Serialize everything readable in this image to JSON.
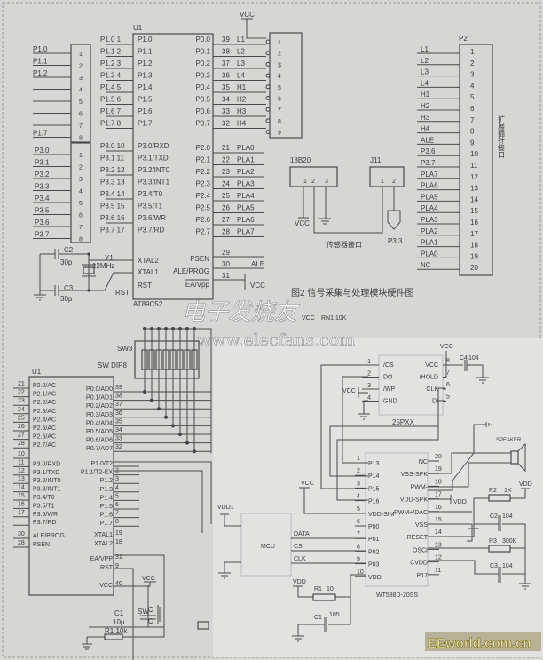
{
  "fig_top": {
    "u1": {
      "ref": "U1",
      "part": "AT89C52",
      "left_pins": [
        [
          "P1.0 1",
          "P1.0"
        ],
        [
          "P1.1 2",
          "P1.1"
        ],
        [
          "P1.2 3",
          "P1.2"
        ],
        [
          "P1.3 4",
          "P1.3"
        ],
        [
          "P1.4 5",
          "P1.4"
        ],
        [
          "P1.5 6",
          "P1.5"
        ],
        [
          "P1.6 7",
          "P1.6"
        ],
        [
          "P1.7 8",
          "P1.7"
        ],
        [
          "P3.0 10",
          "P3.0/RXD"
        ],
        [
          "P3.1 11",
          "P3.1/TXD"
        ],
        [
          "P3.2 12",
          "P3.2/INT0"
        ],
        [
          "P3.3 13",
          "P3.3/INT1"
        ],
        [
          "P3.4 14",
          "P3.4/T0"
        ],
        [
          "P3.5 15",
          "P3.5/T1"
        ],
        [
          "P3.6 16",
          "P3.6/WR"
        ],
        [
          "P3.7 17",
          "P3.7/RD"
        ]
      ],
      "right_pins": [
        [
          "P0.0",
          "39",
          "L1"
        ],
        [
          "P0.1",
          "38",
          "L2"
        ],
        [
          "P0.2",
          "37",
          "L3"
        ],
        [
          "P0.3",
          "36",
          "L4"
        ],
        [
          "P0.4",
          "35",
          "H1"
        ],
        [
          "P0.5",
          "34",
          "H2"
        ],
        [
          "P0.6",
          "33",
          "H3"
        ],
        [
          "P0.7",
          "32",
          "H4"
        ],
        [
          "P2.0",
          "21",
          "PLA0"
        ],
        [
          "P2.1",
          "22",
          "PLA1"
        ],
        [
          "P2.2",
          "23",
          "PLA2"
        ],
        [
          "P2.3",
          "24",
          "PLA3"
        ],
        [
          "P2.4",
          "25",
          "PLA4"
        ],
        [
          "P2.5",
          "26",
          "PLA5"
        ],
        [
          "P2.6",
          "27",
          "PLA6"
        ],
        [
          "P2.7",
          "28",
          "PLA7"
        ]
      ],
      "xtal2": "XTAL2",
      "xtal1": "XTAL1",
      "rst": "RST",
      "rst_ext": "RST",
      "psen": "PSEN",
      "ale_prog": "ALE/PROG",
      "ea_vpp": "EA/Vpp",
      "pin29": "29",
      "pin30": "30",
      "pin31": "31",
      "ale": "ALE",
      "vcc": "VCC"
    },
    "left_conn": {
      "labels": [
        "P1.0",
        "P1.1",
        "P1.2",
        "",
        "",
        "",
        "",
        "P1.7"
      ],
      "labels2": [
        "P3.0",
        "P3.1",
        "P3.2",
        "P3.3",
        "P3.4",
        "P3.5",
        "P3.6",
        "P3.7"
      ],
      "nums": [
        "1",
        "2",
        "3",
        "4",
        "5",
        "6",
        "7",
        "8"
      ]
    },
    "crystal": {
      "c2": "C2",
      "c2v": "30p",
      "c3": "C3",
      "c3v": "30p",
      "y1": "Y1",
      "freq": "12MHz"
    },
    "vcc_top": "VCC",
    "conn9": {
      "nums": [
        "1",
        "2",
        "3",
        "4",
        "5",
        "6",
        "7",
        "8",
        "9"
      ]
    },
    "ds18b20": {
      "ref": "18B20",
      "pins": [
        "1",
        "2",
        "3"
      ],
      "vcc": "VCC"
    },
    "j11": {
      "ref": "J11",
      "pins": [
        "1",
        "2"
      ],
      "net": "P3.3"
    },
    "sensor_label": "传感器接口",
    "p2": {
      "ref": "P2",
      "labels": [
        "L1",
        "L2",
        "L3",
        "L4",
        "H1",
        "H2",
        "H3",
        "H4",
        "ALE",
        "P3.6",
        "P3.7",
        "PLA7",
        "PLA6",
        "PLA5",
        "PLA4",
        "PLA3",
        "PLA2",
        "PLA1",
        "PLA0",
        "NC"
      ],
      "title": "扩展插针接口"
    },
    "caption": "图2 信号采集与处理模块硬件图"
  },
  "fig_bottom_left": {
    "u1": {
      "ref": "U1",
      "left": [
        [
          "21",
          "P2.0/AC"
        ],
        [
          "22",
          "P2.1/AC"
        ],
        [
          "23",
          "P2.2/AC"
        ],
        [
          "24",
          "P2.3/AC"
        ],
        [
          "25",
          "P2.4/AC"
        ],
        [
          "26",
          "P2.5/AC"
        ],
        [
          "27",
          "P2.6/AC"
        ],
        [
          "28",
          "P2.7/AC"
        ],
        [
          "10",
          ""
        ],
        [
          "11",
          "P3.0/RXD"
        ],
        [
          "12",
          "P3.1/TXD"
        ],
        [
          "13",
          "P3.2/INT0"
        ],
        [
          "14",
          "P3.3/INT1"
        ],
        [
          "15",
          "P3.4/T0"
        ],
        [
          "16",
          "P3.5/T1"
        ],
        [
          "17",
          "P3.6/WR"
        ],
        [
          "",
          "P3.7/RD"
        ]
      ],
      "right": [
        [
          "39",
          "P0.0/AD0"
        ],
        [
          "38",
          "P0.1/AD1"
        ],
        [
          "37",
          "P0.2/AD2"
        ],
        [
          "36",
          "P0.3/AD3"
        ],
        [
          "35",
          "P0.4/AD4"
        ],
        [
          "34",
          "P0.5/AD5"
        ],
        [
          "33",
          "P0.6/AD6"
        ],
        [
          "32",
          "P0.7/AD7"
        ],
        [
          "",
          "P1.0/T2"
        ],
        [
          "2",
          "P1.1/T2-EX"
        ],
        [
          "3",
          "P1.2"
        ],
        [
          "4",
          "P1.3"
        ],
        [
          "5",
          "P1.4"
        ],
        [
          "6",
          "P1.5"
        ],
        [
          "7",
          "P1.6"
        ],
        [
          "8",
          "P1.7"
        ]
      ],
      "ale_pin": "30",
      "ale": "ALE/PROG",
      "psen_pin": "28",
      "psen": "PSEN",
      "xtal1": "XTAL1",
      "xtal1_pin": "19",
      "xtal2": "XTAL2",
      "xtal2_pin": "18",
      "ea": "EA/VPP",
      "ea_pin": "31",
      "rst": "RST",
      "rst_pin": "9",
      "vcc": "VCC",
      "vcc_pin": "40"
    },
    "sw3": "SW3",
    "sw_dip": "SW DIP8",
    "vcc": "VCC",
    "rn1": "RN1 10K",
    "c1": "C1",
    "c1v": "10μ",
    "sw": "SW",
    "r1": "R1 10k",
    "vcc2": "VCC"
  },
  "fig_bottom_right": {
    "flash": {
      "part": "25PXX",
      "left": [
        [
          "1",
          "/CS"
        ],
        [
          "2",
          "DO"
        ],
        [
          "3",
          "/WP"
        ],
        [
          "4",
          "GND"
        ]
      ],
      "right": [
        [
          "8",
          "VCC"
        ],
        [
          "7",
          "/HOLD"
        ],
        [
          "6",
          "CLK"
        ],
        [
          "5",
          "DI"
        ]
      ],
      "vcc": "VCC",
      "vcc_wp": "VCC",
      "c4": "C4",
      "c4v": "104"
    },
    "wt588d": {
      "part": "WT588D-20SS",
      "left": [
        [
          "1",
          "P13"
        ],
        [
          "2",
          "P14"
        ],
        [
          "3",
          "P15"
        ],
        [
          "4",
          "P16"
        ],
        [
          "5",
          "VDD-SIM"
        ],
        [
          "6",
          "P00"
        ],
        [
          "7",
          "P01"
        ],
        [
          "8",
          "P02"
        ],
        [
          "9",
          "P03"
        ],
        [
          "10",
          "VDD"
        ]
      ],
      "right": [
        [
          "20",
          "NC"
        ],
        [
          "19",
          "VSS-SPK"
        ],
        [
          "18",
          "PWM-"
        ],
        [
          "17",
          "VDD-SPK"
        ],
        [
          "16",
          "PWM+/DAC"
        ],
        [
          "15",
          "VSS"
        ],
        [
          "14",
          "RESET"
        ],
        [
          "13",
          "OSCI"
        ],
        [
          "12",
          "CVDD"
        ],
        [
          "11",
          "P17"
        ]
      ]
    },
    "mcu": {
      "label": "MCU",
      "vdd1": "VDD1",
      "data": "DATA",
      "cs": "CS",
      "clk": "CLK"
    },
    "vcc": "VCC",
    "speaker": "SPEAKER",
    "vdd": "VDD",
    "vdd_spk": "VDD",
    "r2": "R2",
    "r2v": "1K",
    "c2": "C2",
    "c2v": "104",
    "r3": "R3",
    "r3v": "300K",
    "c3": "C3",
    "c3v": "104",
    "r1": "R1",
    "r1v": "10",
    "c1": "C1",
    "c1v": "105",
    "vdd_r1": "VDD"
  },
  "watermarks": {
    "cn": "电子发烧友",
    "url": "www.elecfans.com",
    "eeworld": "EEworld.com.cn"
  }
}
